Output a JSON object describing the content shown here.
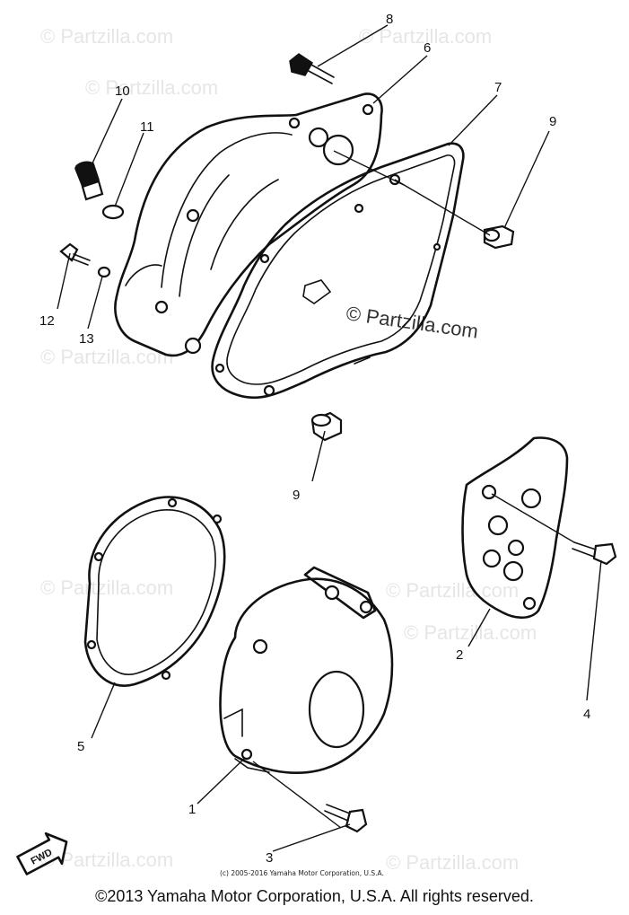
{
  "callouts": {
    "c1": "1",
    "c2": "2",
    "c3": "3",
    "c4": "4",
    "c5": "5",
    "c6": "6",
    "c7": "7",
    "c8": "8",
    "c9a": "9",
    "c9b": "9",
    "c10": "10",
    "c11": "11",
    "c12": "12",
    "c13": "13"
  },
  "watermark": {
    "brand": "© Partzilla.com",
    "diagram_credit": "(c) 2005-2016 Yamaha Motor Corporation, U.S.A."
  },
  "direction_label": "FWD",
  "footer": {
    "copyright": "©2013 Yamaha Motor Corporation, U.S.A. All rights reserved."
  }
}
